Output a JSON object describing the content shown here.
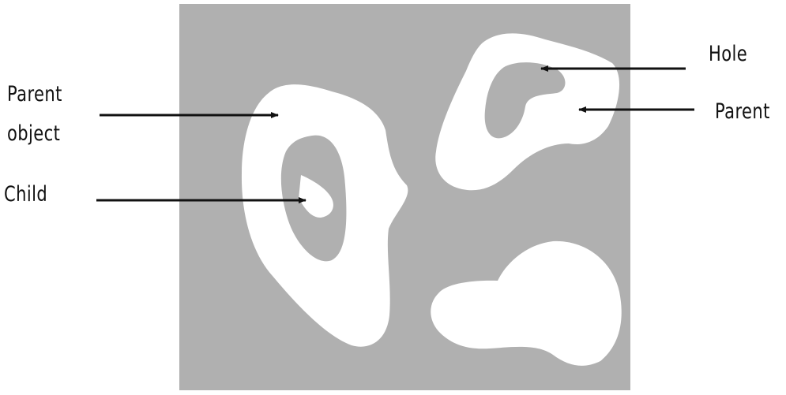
{
  "diagram": {
    "type": "binary-image-object-hierarchy",
    "colors": {
      "background_panel": "#b0b0b0",
      "object": "#ffffff",
      "arrow": "#111111",
      "page": "#ffffff"
    },
    "labels": {
      "parent_object_line1": "Parent",
      "parent_object_line2": "object",
      "child": "Child",
      "hole": "Hole",
      "parent_right": "Parent"
    },
    "annotations": [
      {
        "label": "Parent object",
        "target": "outer ring of left object",
        "direction": "right"
      },
      {
        "label": "Child",
        "target": "white island inside left ring hole",
        "direction": "right"
      },
      {
        "label": "Hole",
        "target": "gray hole inside upper-right object",
        "direction": "left"
      },
      {
        "label": "Parent",
        "target": "upper-right white object",
        "direction": "left"
      }
    ]
  }
}
